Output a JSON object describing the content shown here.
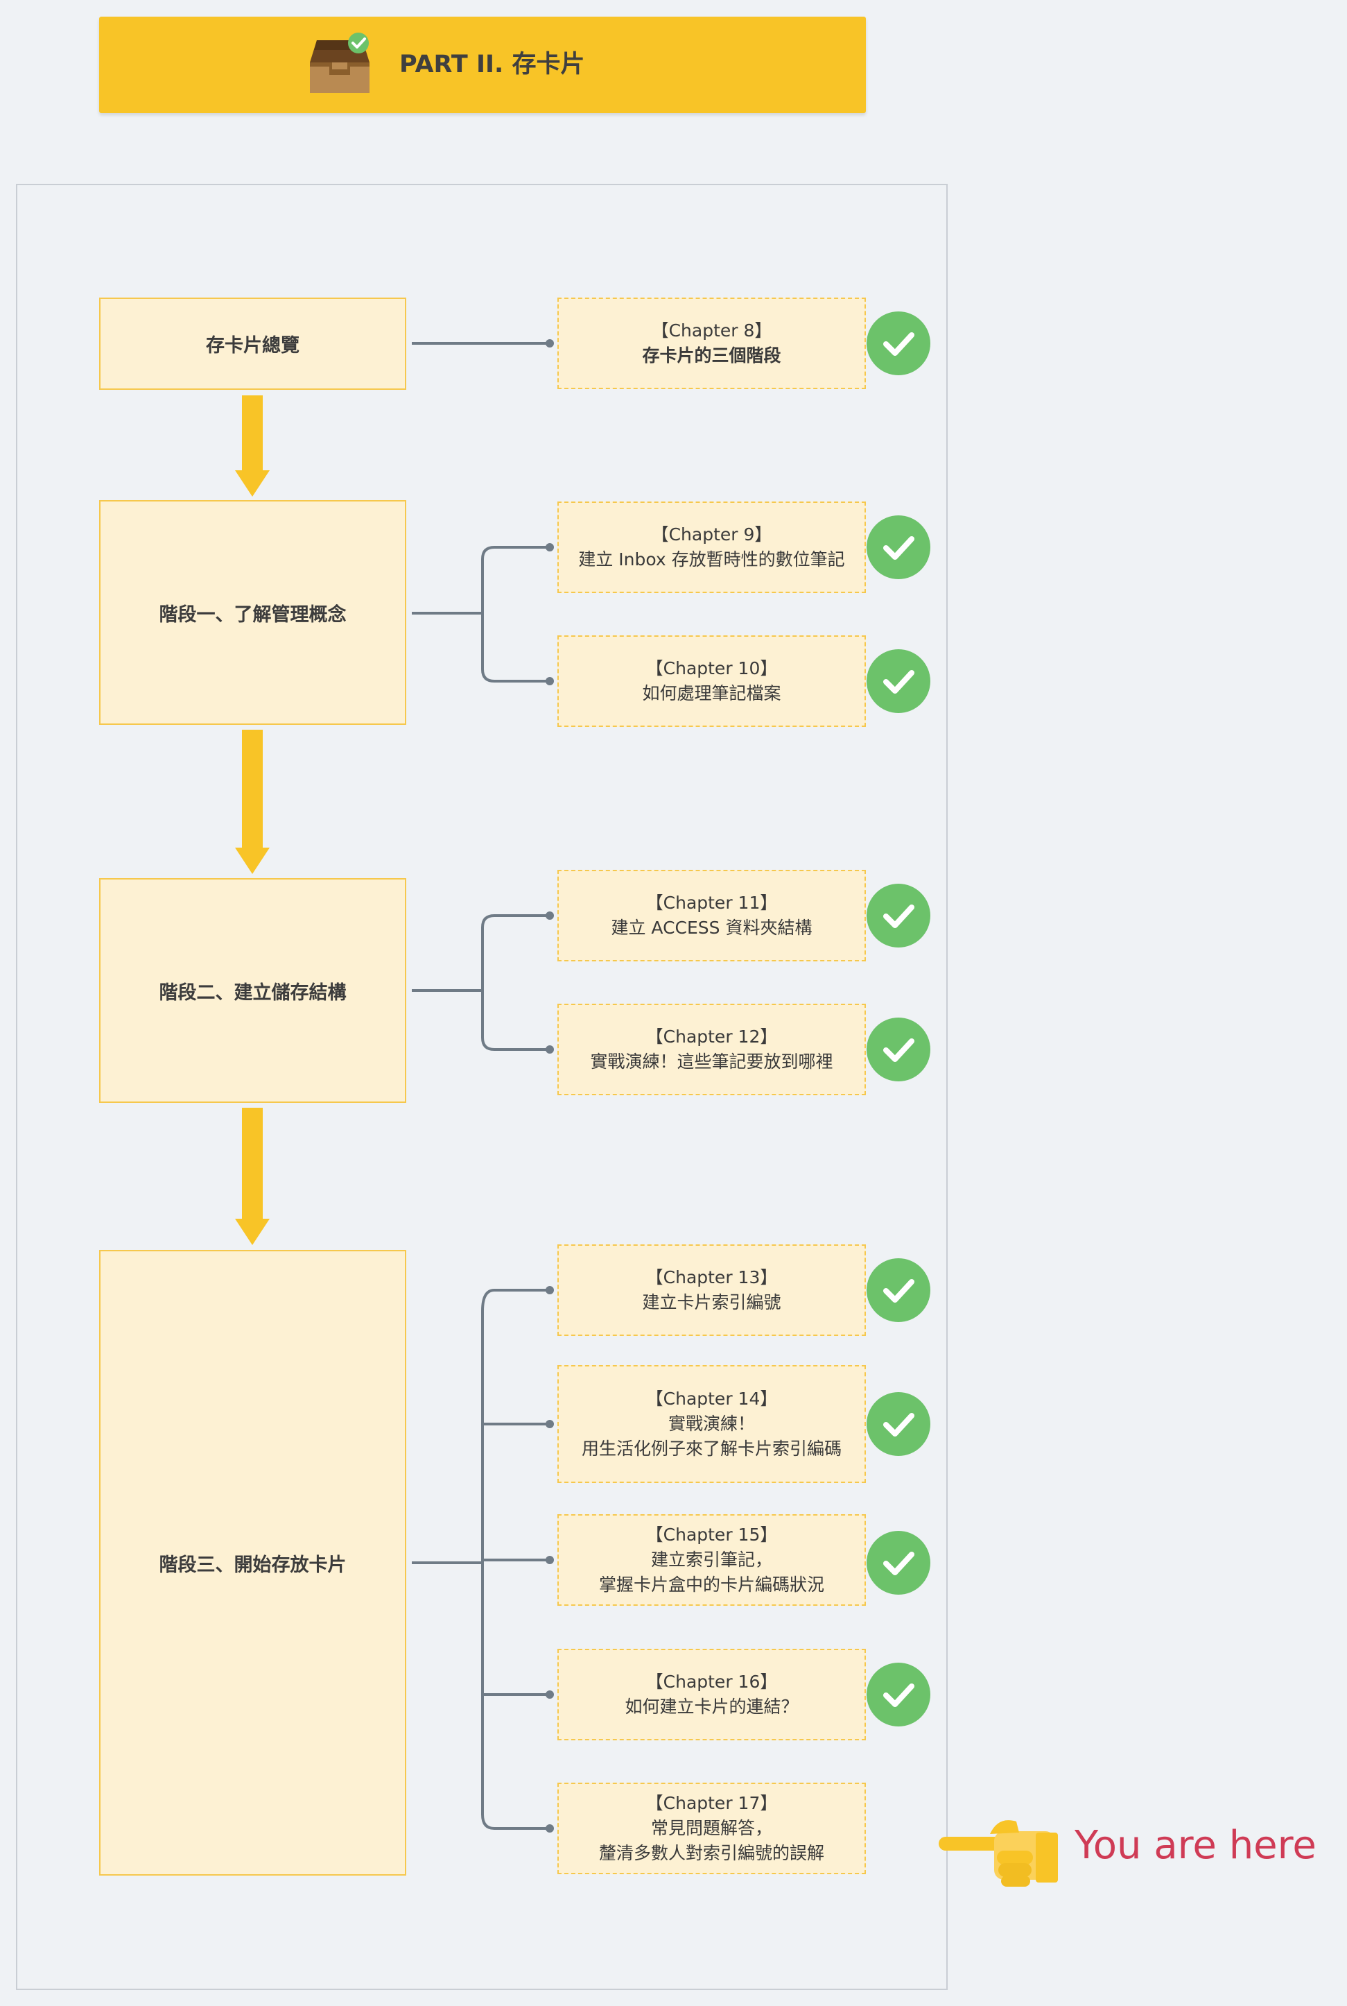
{
  "header": {
    "title": "PART II. 存卡片"
  },
  "stages": [
    {
      "label": "存卡片總覽"
    },
    {
      "label": "階段一、了解管理概念"
    },
    {
      "label": "階段二、建立儲存結構"
    },
    {
      "label": "階段三、開始存放卡片"
    }
  ],
  "chapters": [
    {
      "chapter": "【Chapter 8】",
      "lines": [
        "存卡片的三個階段"
      ],
      "done": true
    },
    {
      "chapter": "【Chapter 9】",
      "lines": [
        "建立 Inbox 存放暫時性的數位筆記"
      ],
      "done": true
    },
    {
      "chapter": "【Chapter 10】",
      "lines": [
        "如何處理筆記檔案"
      ],
      "done": true
    },
    {
      "chapter": "【Chapter 11】",
      "lines": [
        "建立 ACCESS 資料夾結構"
      ],
      "done": true
    },
    {
      "chapter": "【Chapter 12】",
      "lines": [
        "實戰演練！這些筆記要放到哪裡"
      ],
      "done": true
    },
    {
      "chapter": "【Chapter 13】",
      "lines": [
        "建立卡片索引編號"
      ],
      "done": true
    },
    {
      "chapter": "【Chapter 14】",
      "lines": [
        "實戰演練！",
        "用生活化例子來了解卡片索引編碼"
      ],
      "done": true
    },
    {
      "chapter": "【Chapter 15】",
      "lines": [
        "建立索引筆記，",
        "掌握卡片盒中的卡片編碼狀況"
      ],
      "done": true
    },
    {
      "chapter": "【Chapter 16】",
      "lines": [
        "如何建立卡片的連結？"
      ],
      "done": true
    },
    {
      "chapter": "【Chapter 17】",
      "lines": [
        "常見問題解答，",
        "釐清多數人對索引編號的誤解"
      ],
      "done": false
    }
  ],
  "marker": {
    "text": "You are here"
  },
  "colors": {
    "accent": "#f8c427",
    "box_fill": "#fdf1d3",
    "check": "#6cc26a",
    "marker_text": "#cf3b55",
    "connector": "#6f7b86"
  },
  "icons": {
    "header": "inbox-tray-check-icon",
    "marker": "pointing-hand-icon"
  }
}
